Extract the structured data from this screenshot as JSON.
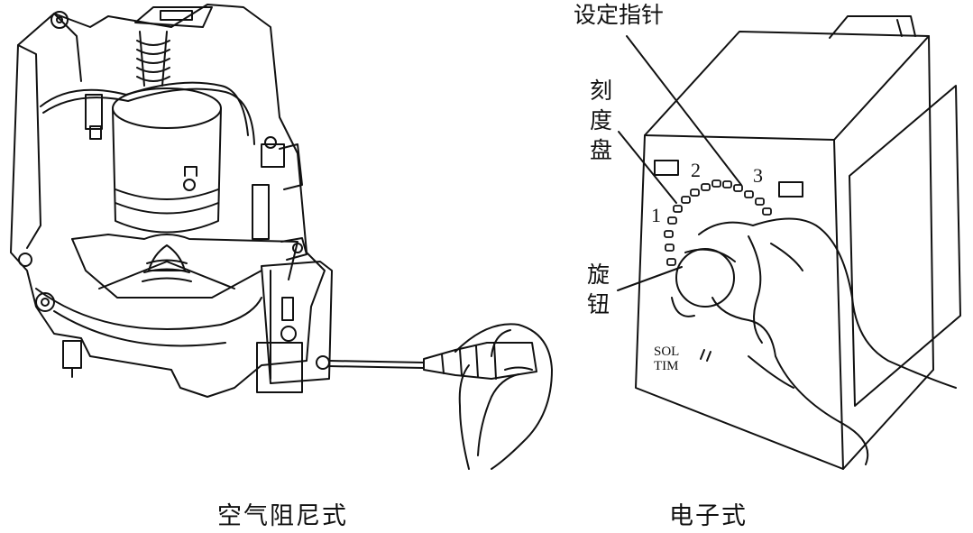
{
  "labels": {
    "set_pointer": "设定指针",
    "dial": "刻度盘",
    "knob": "旋钮",
    "scale_1": "1",
    "scale_2": "2",
    "scale_3": "3",
    "device_mark_line1": "SOL",
    "device_mark_line2": "TIM"
  },
  "captions": {
    "left": "空气阻尼式",
    "right": "电子式"
  }
}
